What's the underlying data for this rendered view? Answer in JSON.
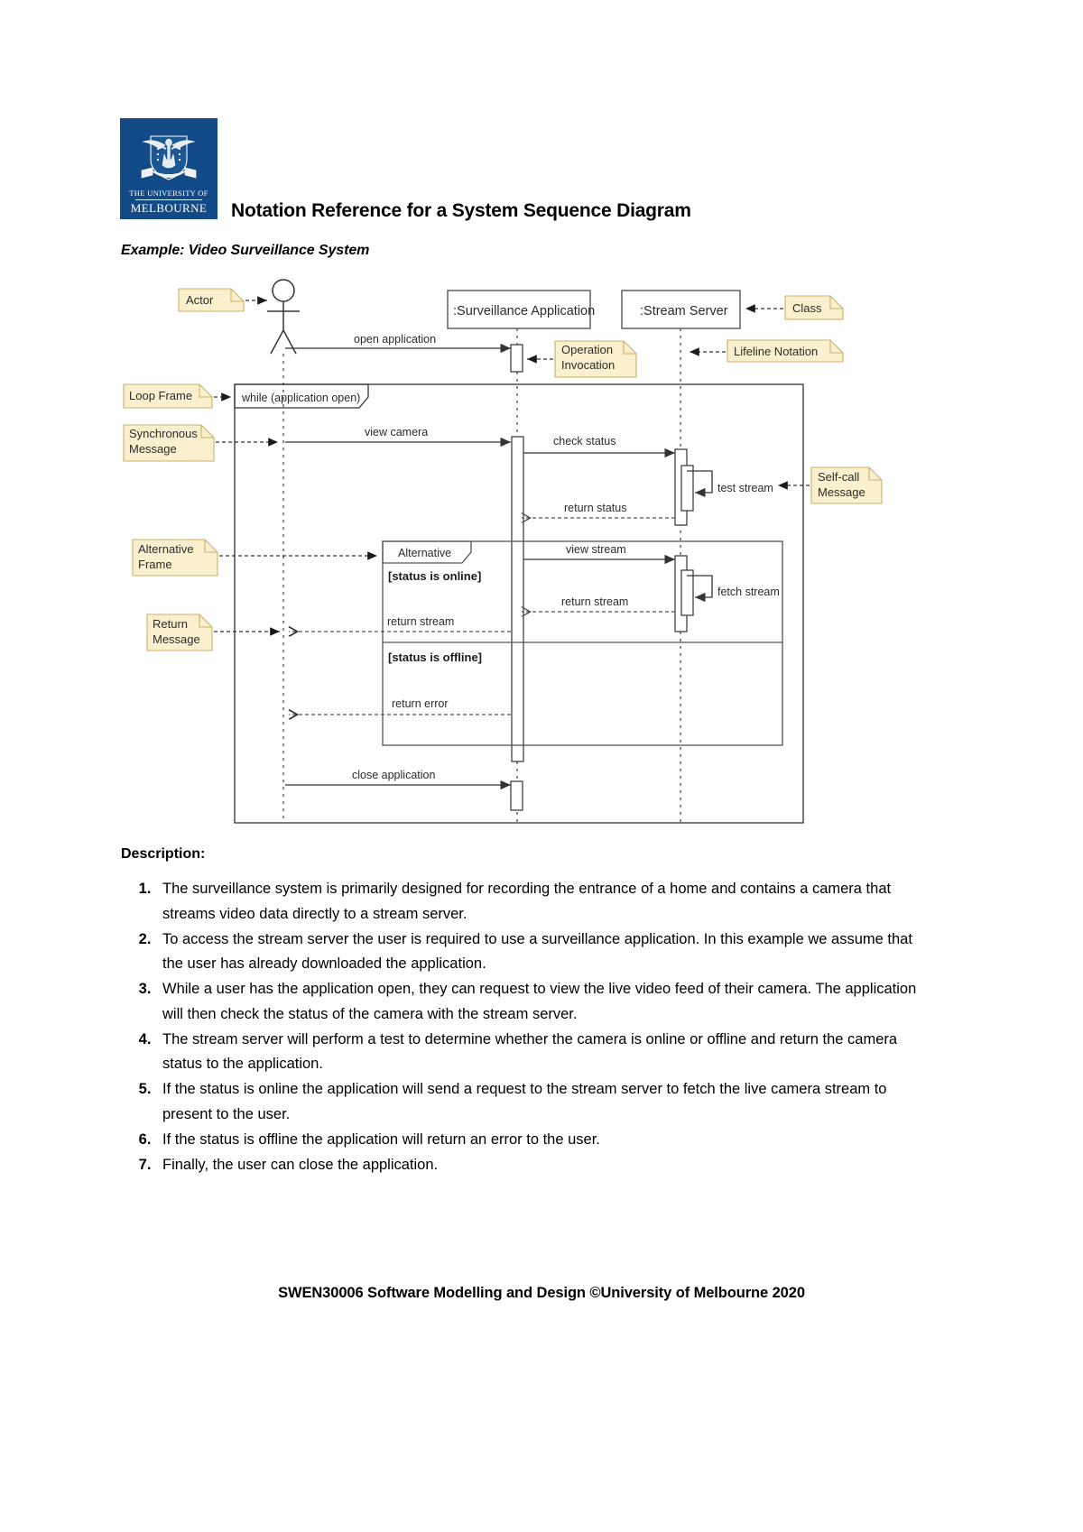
{
  "header": {
    "logo_line1": "THE UNIVERSITY OF",
    "logo_line2": "MELBOURNE",
    "logo_color": "#114a87",
    "title": "Notation Reference for a System Sequence Diagram",
    "subtitle": "Example: Video Surveillance System"
  },
  "diagram": {
    "lifelines": [
      {
        "id": "actor",
        "label": "Actor",
        "type": "actor"
      },
      {
        "id": "app",
        "label": ":Surveillance Application",
        "type": "object"
      },
      {
        "id": "server",
        "label": ":Stream Server",
        "type": "object"
      }
    ],
    "notes": [
      {
        "id": "actor-note",
        "text": "Actor"
      },
      {
        "id": "class-note",
        "text": "Class"
      },
      {
        "id": "operation-note",
        "line1": "Operation",
        "line2": "Invocation"
      },
      {
        "id": "lifeline-note",
        "text": "Lifeline Notation"
      },
      {
        "id": "loop-frame-note",
        "text": "Loop Frame"
      },
      {
        "id": "sync-message-note",
        "line1": "Synchronous",
        "line2": "Message"
      },
      {
        "id": "self-call-note",
        "line1": "Self-call",
        "line2": "Message"
      },
      {
        "id": "alt-frame-note",
        "line1": "Alternative",
        "line2": "Frame"
      },
      {
        "id": "return-message-note",
        "line1": "Return",
        "line2": "Message"
      }
    ],
    "frames": [
      {
        "id": "loop-frame",
        "operator": "",
        "guard": "while (application open)"
      },
      {
        "id": "alt-frame",
        "operator": "Alternative",
        "guards": [
          "[status is online]",
          "[status is offline]"
        ]
      }
    ],
    "messages": [
      {
        "id": "m1",
        "label": "open application",
        "kind": "sync"
      },
      {
        "id": "m2",
        "label": "view camera",
        "kind": "sync"
      },
      {
        "id": "m3",
        "label": "check status",
        "kind": "sync"
      },
      {
        "id": "m4",
        "label": "test stream",
        "kind": "self"
      },
      {
        "id": "m5",
        "label": "return status",
        "kind": "return"
      },
      {
        "id": "m6",
        "label": "view stream",
        "kind": "sync"
      },
      {
        "id": "m7",
        "label": "fetch stream",
        "kind": "self"
      },
      {
        "id": "m8",
        "label": "return stream",
        "kind": "return"
      },
      {
        "id": "m9",
        "label": "return stream",
        "kind": "return"
      },
      {
        "id": "m10",
        "label": "return error",
        "kind": "return"
      },
      {
        "id": "m11",
        "label": "close application",
        "kind": "sync"
      }
    ],
    "note_fill": "#fbf0cd",
    "note_stroke": "#c8b26a",
    "line_color": "#595959"
  },
  "description": {
    "heading": "Description:",
    "items": [
      "The surveillance system is primarily designed for recording the entrance of a home and contains a camera that streams video data directly to a stream server.",
      "To access the stream server the user is required to use a surveillance application. In this example we assume that the user has already downloaded the application.",
      "While a user has the application open, they can request to view the live video feed of their camera. The application will then check the status of the camera with the stream server.",
      "The stream server will perform a test to determine whether the camera is online or offline and return the camera status to the application.",
      "If the status is online the application will send a request to the stream server to fetch the live camera stream to present to the user.",
      "If the status is offline the application will return an error to the user.",
      "Finally, the user can close the application."
    ]
  },
  "footer": {
    "text": "SWEN30006 Software Modelling and Design ©University of Melbourne 2020"
  }
}
